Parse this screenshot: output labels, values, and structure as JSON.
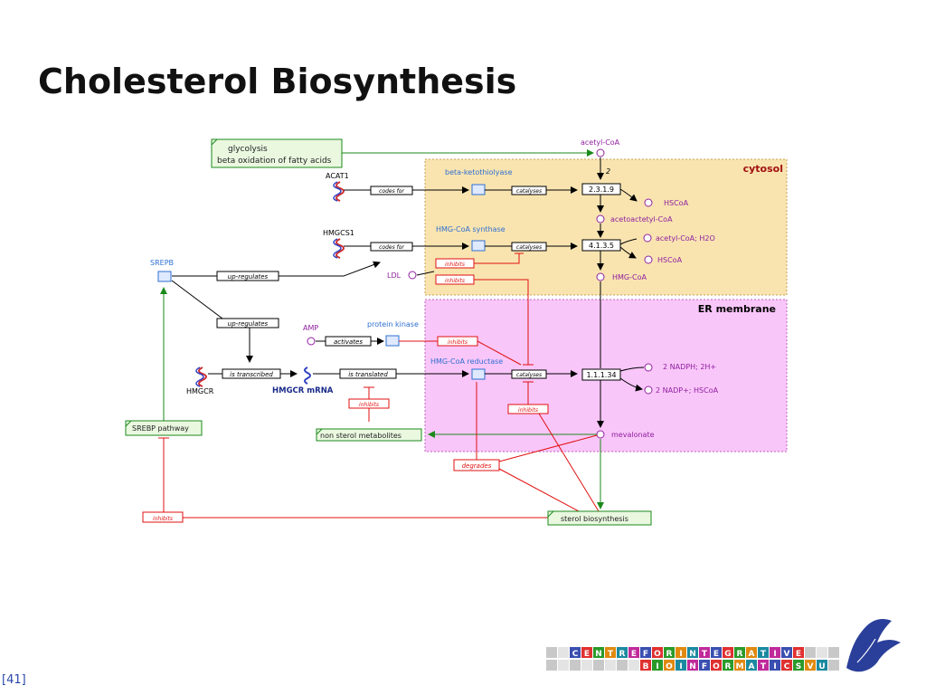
{
  "title": "Cholesterol Biosynthesis",
  "page_number": "41",
  "compartments": {
    "cytosol": "cytosol",
    "er": "ER membrane"
  },
  "inputs": {
    "line1": "glycolysis",
    "line2": "beta oxidation of fatty acids"
  },
  "genes": {
    "acat1": "ACAT1",
    "hmgcs1": "HMGCS1",
    "hmgcr": "HMGCR",
    "hmgcr_mrna": "HMGCR mRNA"
  },
  "proteins": {
    "beta_ketothiolase": "beta-ketothiolyase",
    "hmgcoa_synthase": "HMG-CoA synthase",
    "hmgcoa_reductase": "HMG-CoA reductase",
    "srepb": "SREPB",
    "protein_kinase": "protein kinase"
  },
  "metabolites": {
    "acetyl_coa": "acetyl-CoA",
    "hscoa_1": "HSCoA",
    "acetoacetyl_coa": "acetoactetyl-CoA",
    "acetyl_coa_h2o": "acetyl-CoA; H2O",
    "hscoa_2": "HSCoA",
    "hmg_coa": "HMG-CoA",
    "nadph": "2 NADPH; 2H+",
    "nadp": "2 NADP+; HSCoA",
    "mevalonate": "mevalonate",
    "ldl": "LDL",
    "amp": "AMP"
  },
  "ec_numbers": {
    "ec1": "2.3.1.9",
    "ec2": "4.1.3.5",
    "ec3": "1.1.1.34"
  },
  "stoichiometry": "2",
  "relations": {
    "codes_for": "codes for",
    "catalyses": "catalyses",
    "inhibits": "inhibits",
    "up_regulates": "up-regulates",
    "activates": "activates",
    "is_transcribed": "is transcribed",
    "is_translated": "is translated",
    "degrades": "degrades"
  },
  "pathways": {
    "srebp": "SREBP pathway",
    "non_sterol": "non sterol metabolites",
    "sterol": "sterol biosynthesis"
  },
  "logo": {
    "row1": [
      "C",
      "E",
      "N",
      "T",
      "R",
      "E",
      "F",
      "O",
      "R",
      "I",
      "N",
      "T",
      "E",
      "G",
      "R",
      "A",
      "T",
      "I",
      "V",
      "E"
    ],
    "row2": [
      "B",
      "I",
      "O",
      "I",
      "N",
      "F",
      "O",
      "R",
      "M",
      "A",
      "T",
      "I",
      "C",
      "S",
      "V",
      "U"
    ]
  },
  "colors": {
    "cytosol_fill": "#f9e4b0",
    "er_fill": "#f9c6f9",
    "inhibit": "#e01010",
    "pathway_green": "#1b8a1b",
    "protein_blue": "#2f6fd0",
    "metabolite_purple": "#9020a0"
  }
}
